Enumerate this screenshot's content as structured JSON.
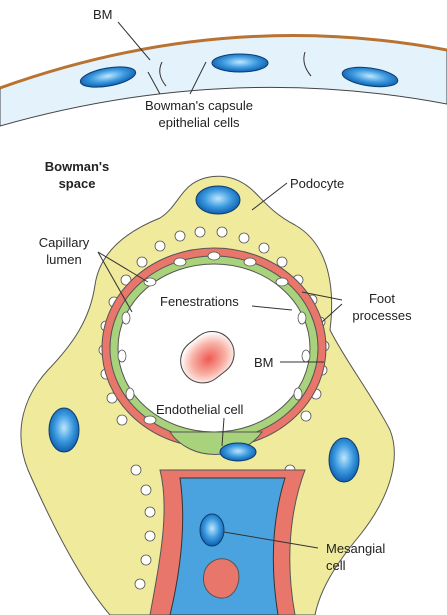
{
  "labels": {
    "bm_top": "BM",
    "bowman_cells_1": "Bowman's capsule",
    "bowman_cells_2": "epithelial cells",
    "bowman_space_1": "Bowman's",
    "bowman_space_2": "space",
    "podocyte": "Podocyte",
    "capillary_1": "Capillary",
    "capillary_2": "lumen",
    "fenestrations": "Fenestrations",
    "foot_1": "Foot",
    "foot_2": "processes",
    "bm_inner": "BM",
    "endothelial": "Endothelial cell",
    "mesangial_1": "Mesangial",
    "mesangial_2": "cell"
  },
  "colors": {
    "capsule_fill": "#e4f2fb",
    "capsule_line": "#b87333",
    "podocyte": "#f0ea9c",
    "endothelium": "#a8d37c",
    "basement_membrane": "#e8766a",
    "mesangium": "#4aa3df",
    "nucleus": "#1f7fcf",
    "rbc": "#ee5a52"
  }
}
